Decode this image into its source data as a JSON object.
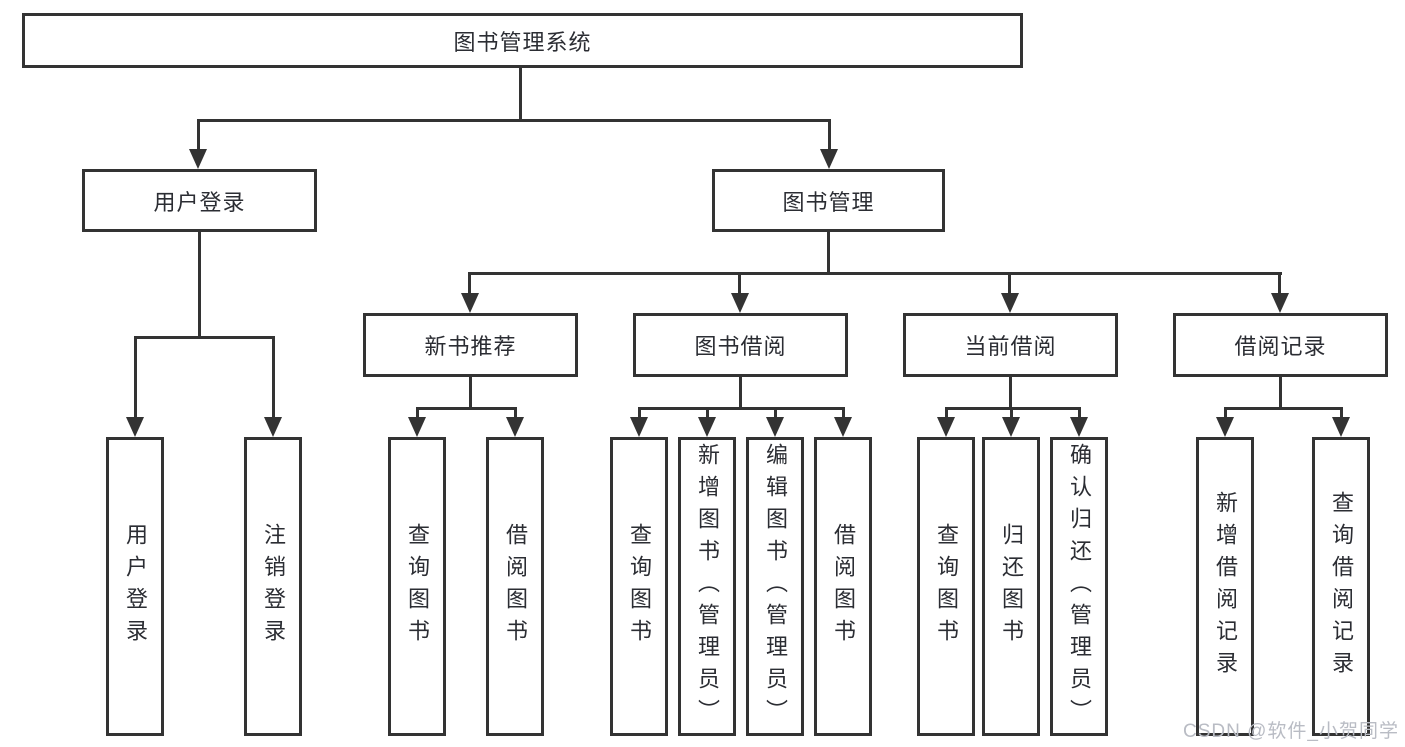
{
  "watermark": "CSDN @软件_小贺同学",
  "colors": {
    "line": "#333333",
    "text": "#2b2d33",
    "watermark_text": "#b9bcc4",
    "background": "#ffffff"
  },
  "tree": {
    "label": "图书管理系统",
    "children": [
      {
        "label": "用户登录",
        "children": [
          {
            "label": "用户登录"
          },
          {
            "label": "注销登录"
          }
        ]
      },
      {
        "label": "图书管理",
        "children": [
          {
            "label": "新书推荐",
            "children": [
              {
                "label": "查询图书"
              },
              {
                "label": "借阅图书"
              }
            ]
          },
          {
            "label": "图书借阅",
            "children": [
              {
                "label": "查询图书"
              },
              {
                "label": "新增图书（管理员）"
              },
              {
                "label": "编辑图书（管理员）"
              },
              {
                "label": "借阅图书"
              }
            ]
          },
          {
            "label": "当前借阅",
            "children": [
              {
                "label": "查询图书"
              },
              {
                "label": "归还图书"
              },
              {
                "label": "确认归还（管理员）"
              }
            ]
          },
          {
            "label": "借阅记录",
            "children": [
              {
                "label": "新增借阅记录"
              },
              {
                "label": "查询借阅记录"
              }
            ]
          }
        ]
      }
    ]
  }
}
